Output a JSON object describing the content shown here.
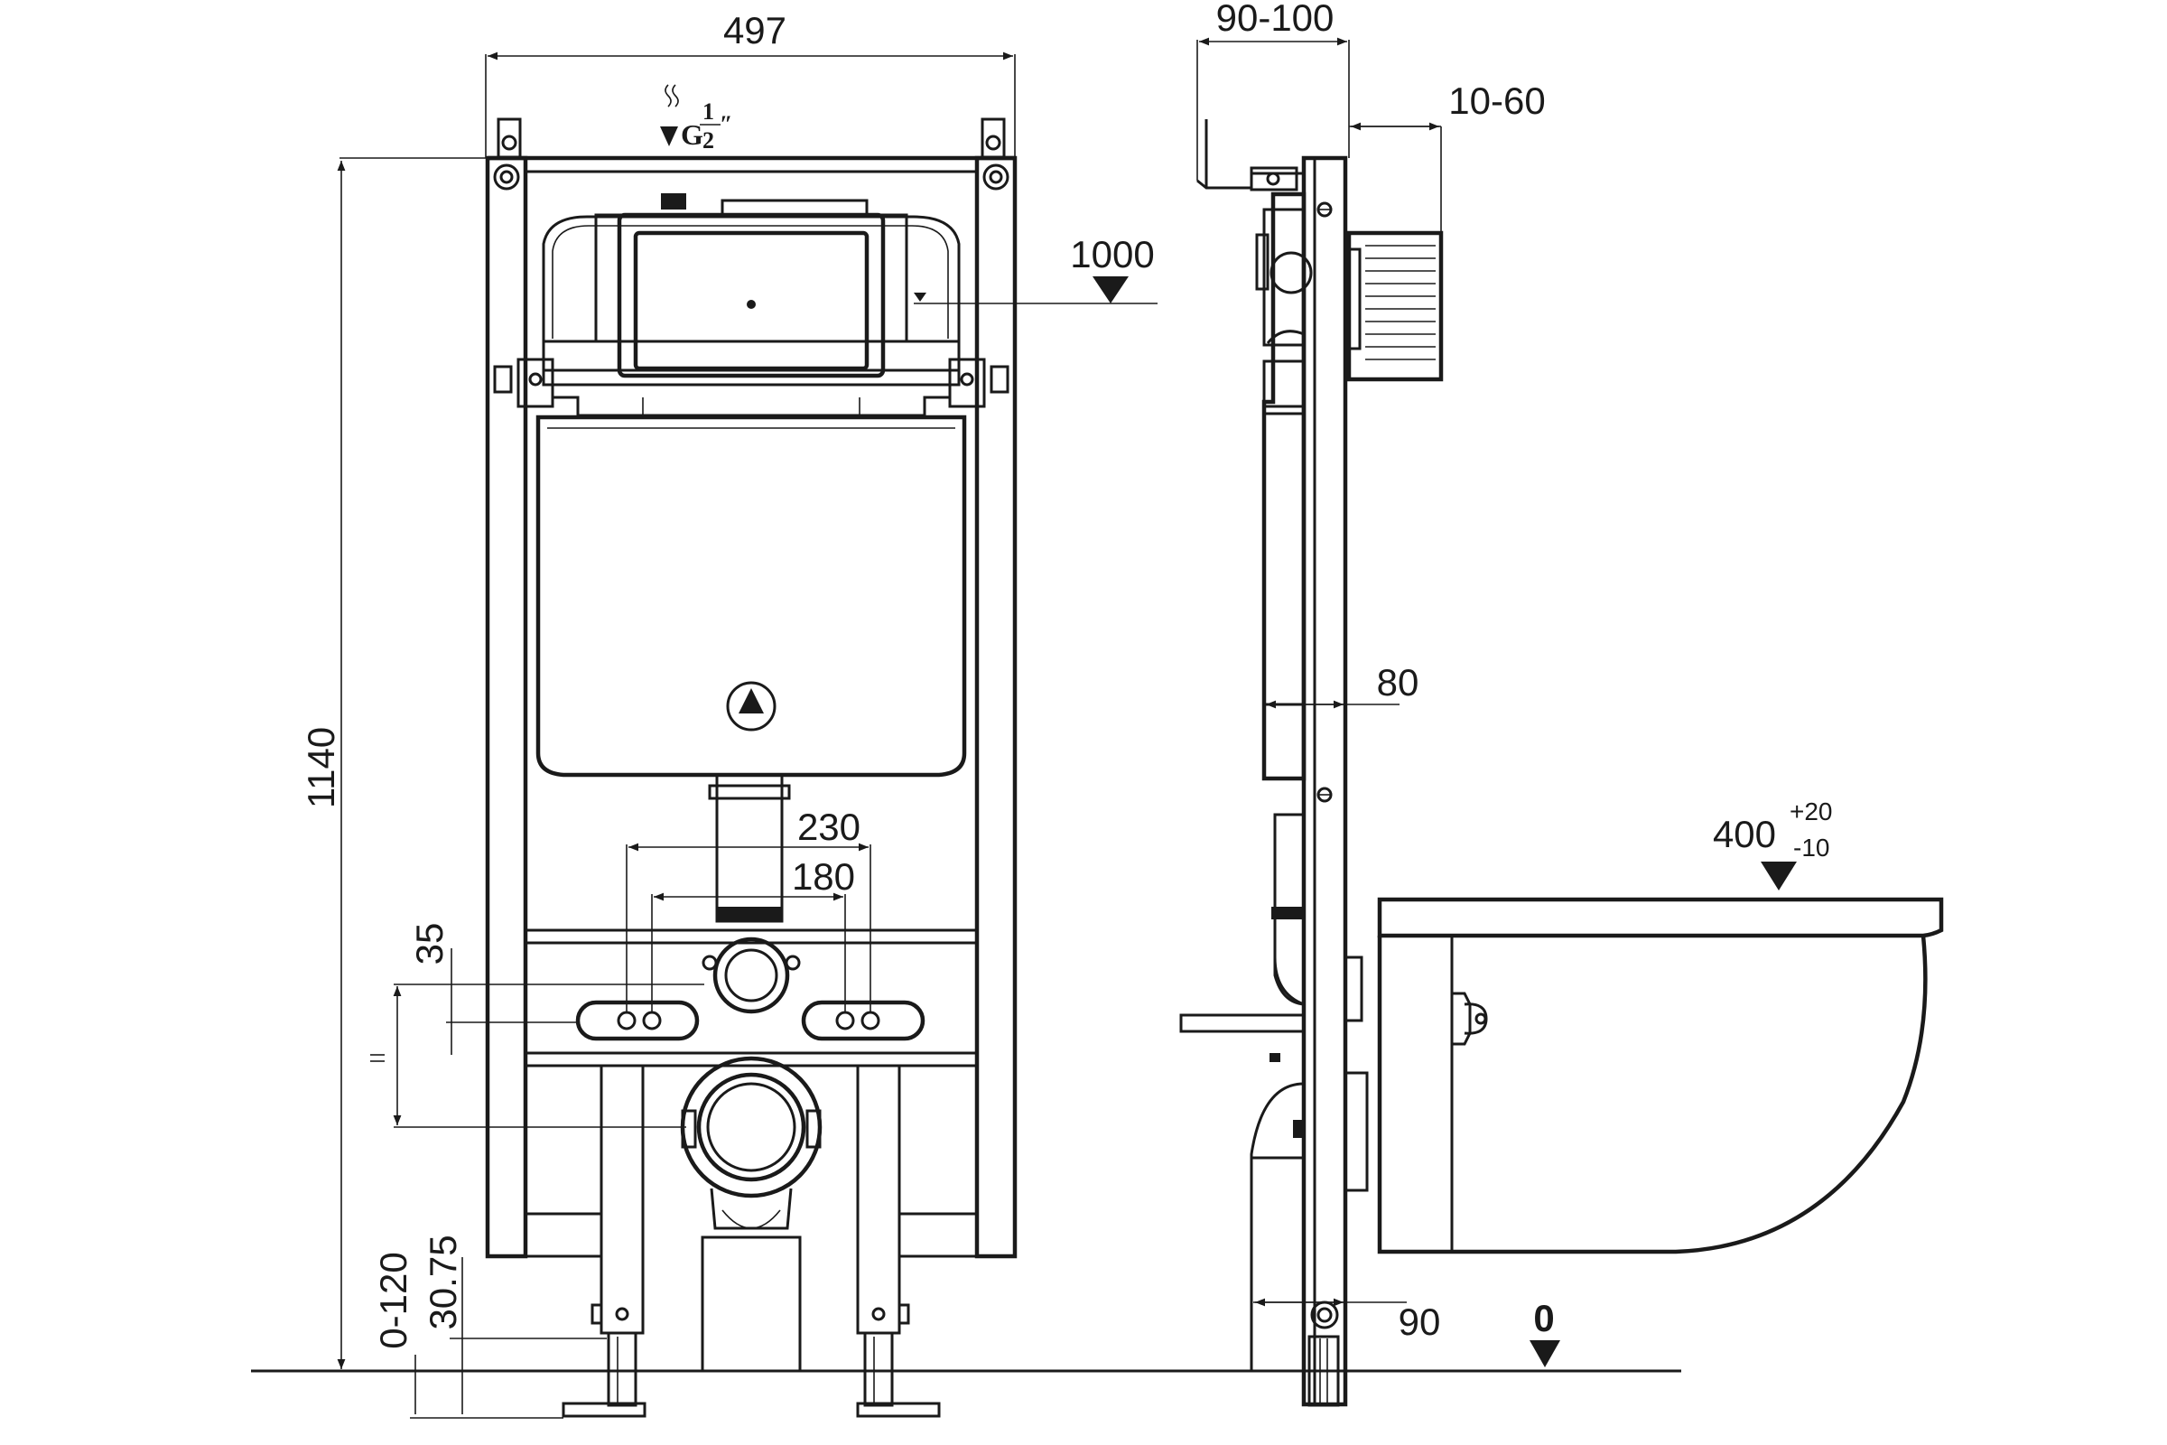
{
  "drawing": {
    "front_view": {
      "width_label": "497",
      "height_label": "1140",
      "inlet_label": "G",
      "inlet_fraction_num": "1",
      "inlet_fraction_den": "2",
      "inlet_fraction_mark": "″",
      "bolt_spacing_outer": "230",
      "bolt_spacing_inner": "180",
      "bolt_offset": "35",
      "leg_range": "0-120",
      "leg_offset": "30.75"
    },
    "side_view": {
      "top_depth": "90-100",
      "plate_depth": "10-60",
      "cistern_level": "1000",
      "frame_depth": "80",
      "bowl_height": "400",
      "bowl_tol_plus": "+20",
      "bowl_tol_minus": "-10",
      "foot_depth": "90",
      "floor_level": "0"
    }
  }
}
